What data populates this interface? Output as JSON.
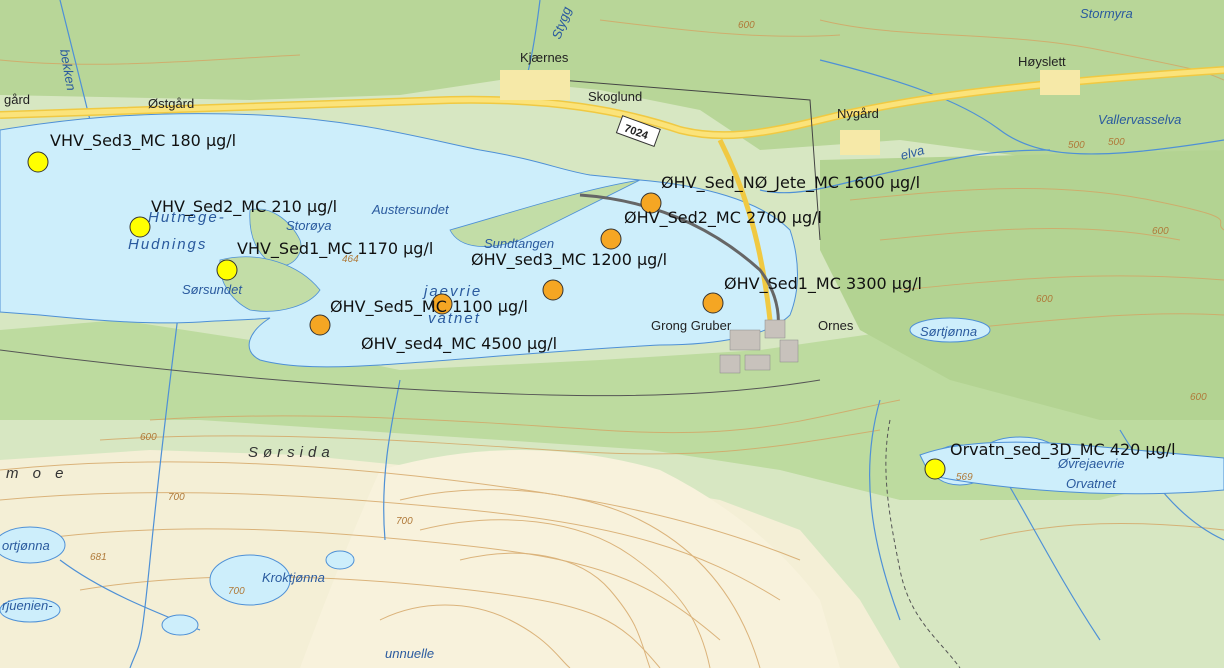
{
  "map": {
    "samples": [
      {
        "label": "VHV_Sed3_MC 180 µg/l",
        "color": "#ffff00",
        "level": "low"
      },
      {
        "label": "VHV_Sed2_MC 210 µg/l",
        "color": "#ffff00",
        "level": "low"
      },
      {
        "label": "VHV_Sed1_MC 1170 µg/l",
        "color": "#ffff00",
        "level": "low"
      },
      {
        "label": "ØHV_Sed_NØ_Jete_MC 1600 µg/l",
        "color": "#f5a623",
        "level": "high"
      },
      {
        "label": "ØHV_Sed2_MC 2700 µg/l",
        "color": "#f5a623",
        "level": "high"
      },
      {
        "label": "ØHV_sed3_MC 1200 µg/l",
        "color": "#f5a623",
        "level": "high"
      },
      {
        "label": "ØHV_Sed1_MC 3300 µg/l",
        "color": "#f5a623",
        "level": "high"
      },
      {
        "label": "ØHV_Sed5_MC 1100 µg/l",
        "color": "#f5a623",
        "level": "high"
      },
      {
        "label": "ØHV_sed4_MC 4500 µg/l",
        "color": "#f5a623",
        "level": "high"
      },
      {
        "label": "Orvatn_sed_3D_MC 420 µg/l",
        "color": "#ffff00",
        "level": "low"
      }
    ],
    "places": {
      "kjaernes": "Kjærnes",
      "skoglund": "Skoglund",
      "ostgard": "Østgård",
      "gard": "gård",
      "nygard": "Nygård",
      "hoyslett": "Høyslett",
      "stormyra": "Stormyra",
      "vallervasselva": "Vallervasselva",
      "hutnege": "Hutnege-",
      "hudnings": "Hudnings",
      "storoya": "Storøya",
      "austersundet": "Austersundet",
      "sundtangen": "Sundtangen",
      "sorsundet": "Sørsundet",
      "jaevrie": "jaevrie",
      "vatnet": "vatnet",
      "grong_gruber": "Grong Gruber",
      "ornes": "Ornes",
      "sortjonna": "Sørtjønna",
      "sorsida": "Sørsida",
      "moe": "m o e",
      "ovrejaevrie": "Øvrejaevrie",
      "orvatnet": "Orvatnet",
      "kroktjonna": "Kroktjønna",
      "ortjonna": "ortjønna",
      "rjuenien": "rjuenien-",
      "unnuelie": "unnuelle",
      "bekken": "bekken",
      "stygg": "Stygg",
      "elva": "elva"
    },
    "road_number": "7024",
    "contours": {
      "c600a": "600",
      "c500a": "500",
      "c500b": "500",
      "c600b": "600",
      "c600c": "600",
      "c700a": "700",
      "c700b": "700",
      "c700c": "700",
      "c681": "681",
      "c569": "569",
      "c464": "464",
      "c600d": "600",
      "c600e": "600"
    },
    "colors": {
      "land": "#dbe9c6",
      "forest": "#b9d79a",
      "water": "#cdeefb",
      "road_yellow": "#fbe37a",
      "contour": "#d4a463",
      "stream": "#4e90d6",
      "low_level": "#ffff00",
      "high_level": "#f5a623"
    }
  }
}
